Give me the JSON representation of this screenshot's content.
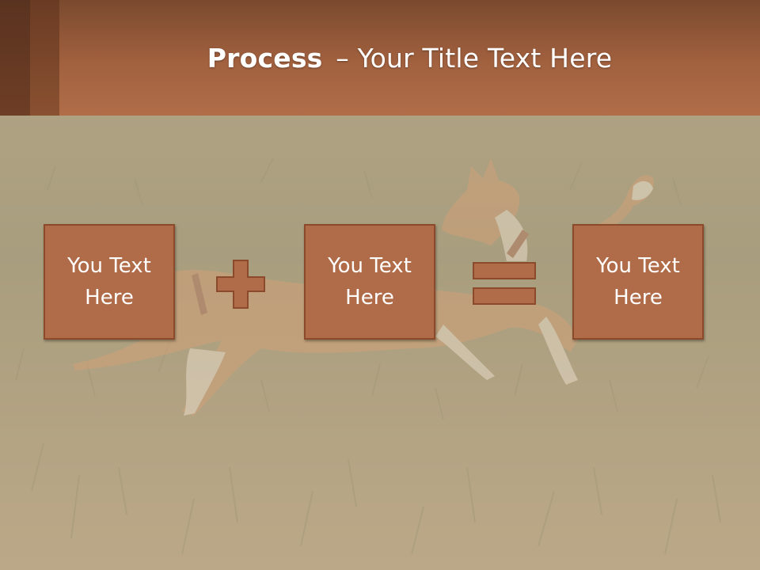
{
  "slide": {
    "title_bold": "Process",
    "title_rest": " – Your Title Text Here",
    "boxes": [
      {
        "text": "You Text Here"
      },
      {
        "text": "You Text Here"
      },
      {
        "text": "You Text Here"
      }
    ],
    "operators": [
      "plus-icon",
      "equals-icon"
    ]
  },
  "colors": {
    "header": "#a2613f",
    "box_fill": "#b06c48",
    "box_border": "#8a4a2b"
  }
}
